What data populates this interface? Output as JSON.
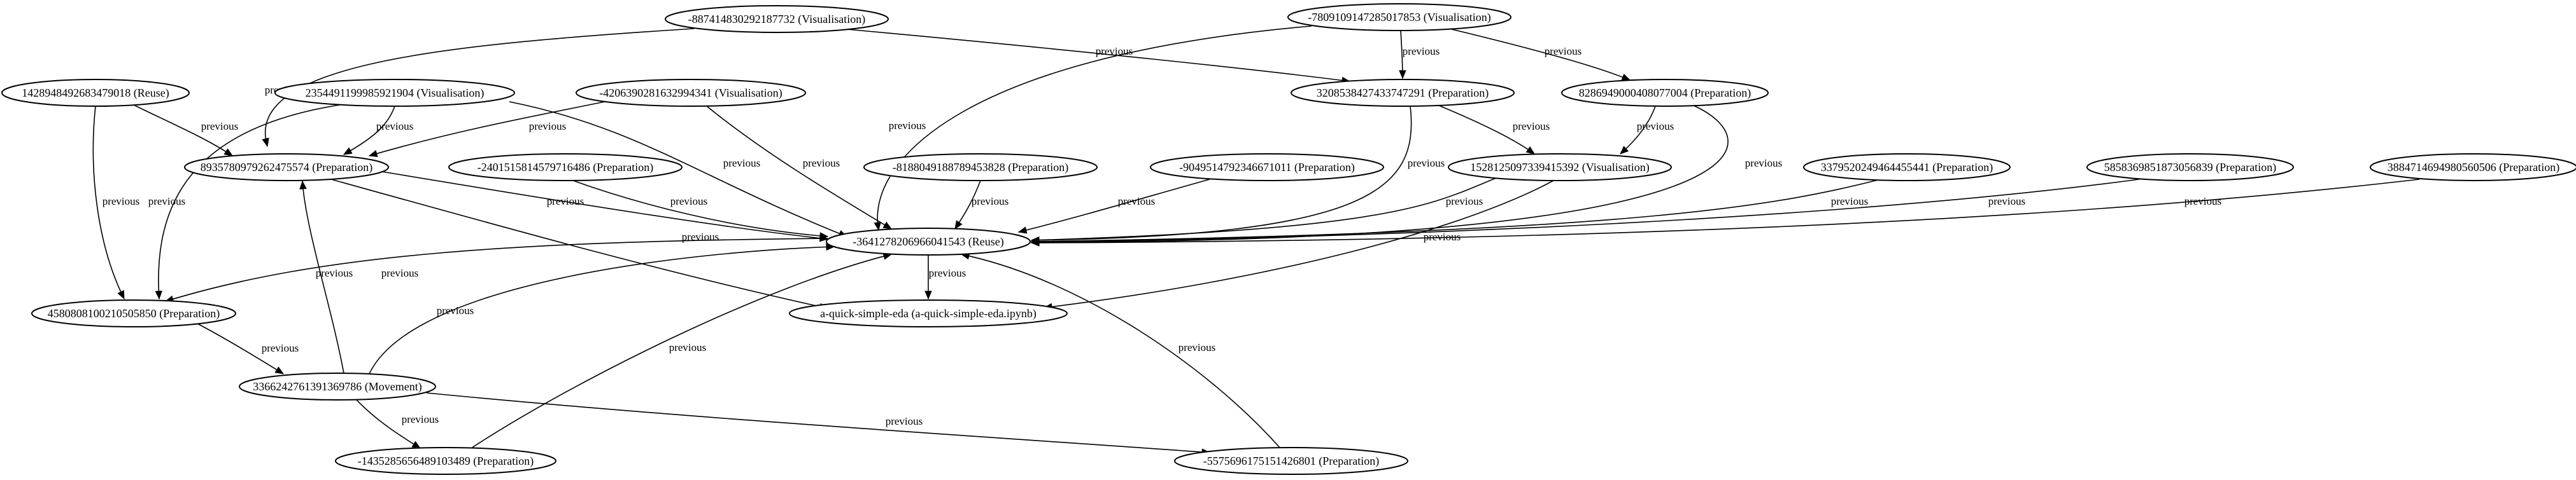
{
  "nodes": [
    {
      "id": "n_887",
      "label": "-887414830292187732 (Visualisation)"
    },
    {
      "id": "n_780",
      "label": "-7809109147285017853 (Visualisation)"
    },
    {
      "id": "n_142",
      "label": "142894849268347901​8 (Reuse)"
    },
    {
      "id": "n_235",
      "label": "2354491199985921904 (Visualisation)"
    },
    {
      "id": "n_420",
      "label": "-4206390281632994341 (Visualisation)"
    },
    {
      "id": "n_320",
      "label": "3208538427433747291 (Preparation)"
    },
    {
      "id": "n_828",
      "label": "8286949000408077004 (Preparation)"
    },
    {
      "id": "n_893",
      "label": "8935780979262475574 (Preparation)"
    },
    {
      "id": "n_240",
      "label": "-2401515814579716486 (Preparation)"
    },
    {
      "id": "n_818",
      "label": "-8188049188789453828 (Preparation)"
    },
    {
      "id": "n_904",
      "label": "-9049514792346671011 (Preparation)"
    },
    {
      "id": "n_152",
      "label": "1528125097339415392 (Visualisation)"
    },
    {
      "id": "n_337",
      "label": "3379520249464455441 (Preparation)"
    },
    {
      "id": "n_585",
      "label": "5858369851873056839 (Preparation)"
    },
    {
      "id": "n_388",
      "label": "3884714694980560506 (Preparation)"
    },
    {
      "id": "n_364",
      "label": "-3641278206966041543 (Reuse)"
    },
    {
      "id": "n_458",
      "label": "4580808100210505850 (Preparation)"
    },
    {
      "id": "n_eda",
      "label": "a-quick-simple-eda (a-quick-simple-eda.ipynb)"
    },
    {
      "id": "n_336",
      "label": "3366242761391369786 (Movement)"
    },
    {
      "id": "n_143",
      "label": "-1435285656489103489 (Preparation)"
    },
    {
      "id": "n_557",
      "label": "-5575696175151426801 (Preparation)"
    }
  ],
  "edge_label": "previous",
  "edges": [
    {
      "from": "n_887",
      "to": "n_893",
      "label": "previous"
    },
    {
      "from": "n_887",
      "to": "n_320",
      "label": "previous"
    },
    {
      "from": "n_780",
      "to": "n_364",
      "label": "previous"
    },
    {
      "from": "n_780",
      "to": "n_320",
      "label": "previous"
    },
    {
      "from": "n_780",
      "to": "n_828",
      "label": "previous"
    },
    {
      "from": "n_142",
      "to": "n_893",
      "label": "previous"
    },
    {
      "from": "n_142",
      "to": "n_458",
      "label": "previous"
    },
    {
      "from": "n_235",
      "to": "n_893",
      "label": "previous"
    },
    {
      "from": "n_235",
      "to": "n_458",
      "label": "previous"
    },
    {
      "from": "n_235",
      "to": "n_364",
      "label": "previous"
    },
    {
      "from": "n_420",
      "to": "n_893",
      "label": "previous"
    },
    {
      "from": "n_420",
      "to": "n_364",
      "label": "previous"
    },
    {
      "from": "n_320",
      "to": "n_152",
      "label": "previous"
    },
    {
      "from": "n_320",
      "to": "n_364",
      "label": "previous"
    },
    {
      "from": "n_828",
      "to": "n_152",
      "label": "previous"
    },
    {
      "from": "n_828",
      "to": "n_364",
      "label": "previous"
    },
    {
      "from": "n_893",
      "to": "n_364",
      "label": "previous"
    },
    {
      "from": "n_893",
      "to": "n_eda",
      "label": "previous"
    },
    {
      "from": "n_240",
      "to": "n_364",
      "label": "previous"
    },
    {
      "from": "n_818",
      "to": "n_364",
      "label": "previous"
    },
    {
      "from": "n_904",
      "to": "n_364",
      "label": "previous"
    },
    {
      "from": "n_152",
      "to": "n_364",
      "label": "previous"
    },
    {
      "from": "n_152",
      "to": "n_eda",
      "label": "previous"
    },
    {
      "from": "n_337",
      "to": "n_364",
      "label": "previous"
    },
    {
      "from": "n_585",
      "to": "n_364",
      "label": "previous"
    },
    {
      "from": "n_388",
      "to": "n_364",
      "label": "previous"
    },
    {
      "from": "n_364",
      "to": "n_eda",
      "label": "previous"
    },
    {
      "from": "n_364",
      "to": "n_458",
      "label": "previous"
    },
    {
      "from": "n_458",
      "to": "n_336",
      "label": "previous"
    },
    {
      "from": "n_336",
      "to": "n_893",
      "label": "previous"
    },
    {
      "from": "n_336",
      "to": "n_364",
      "label": "previous"
    },
    {
      "from": "n_336",
      "to": "n_143",
      "label": "previous"
    },
    {
      "from": "n_336",
      "to": "n_557",
      "label": "previous"
    },
    {
      "from": "n_143",
      "to": "n_364",
      "label": "previous"
    },
    {
      "from": "n_557",
      "to": "n_364",
      "label": "previous"
    }
  ]
}
